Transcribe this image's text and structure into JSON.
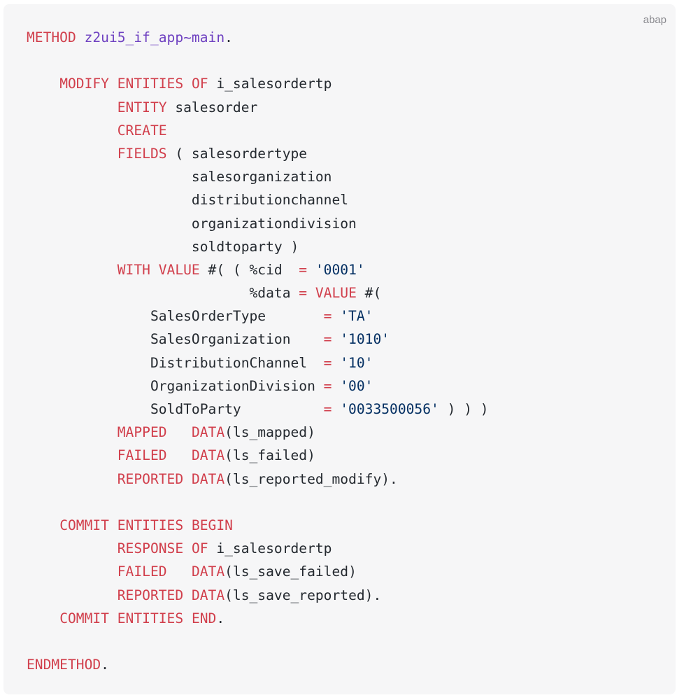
{
  "code_block": {
    "language": "abap",
    "colors": {
      "background": "#f6f6f7",
      "keyword": "#d13f4c",
      "function": "#6f42c1",
      "string": "#032f62",
      "text": "#24292f"
    },
    "lines": [
      [
        {
          "t": "kw",
          "v": "METHOD"
        },
        {
          "t": "tx",
          "v": " "
        },
        {
          "t": "fn",
          "v": "z2ui5_if_app~main"
        },
        {
          "t": "tx",
          "v": "."
        }
      ],
      [],
      [
        {
          "t": "tx",
          "v": "    "
        },
        {
          "t": "kw",
          "v": "MODIFY"
        },
        {
          "t": "tx",
          "v": " "
        },
        {
          "t": "kw",
          "v": "ENTITIES"
        },
        {
          "t": "tx",
          "v": " "
        },
        {
          "t": "kw",
          "v": "OF"
        },
        {
          "t": "tx",
          "v": " i_salesordertp"
        }
      ],
      [
        {
          "t": "tx",
          "v": "           "
        },
        {
          "t": "kw",
          "v": "ENTITY"
        },
        {
          "t": "tx",
          "v": " salesorder"
        }
      ],
      [
        {
          "t": "tx",
          "v": "           "
        },
        {
          "t": "kw",
          "v": "CREATE"
        }
      ],
      [
        {
          "t": "tx",
          "v": "           "
        },
        {
          "t": "kw",
          "v": "FIELDS"
        },
        {
          "t": "tx",
          "v": " ( salesordertype"
        }
      ],
      [
        {
          "t": "tx",
          "v": "                    salesorganization"
        }
      ],
      [
        {
          "t": "tx",
          "v": "                    distributionchannel"
        }
      ],
      [
        {
          "t": "tx",
          "v": "                    organizationdivision"
        }
      ],
      [
        {
          "t": "tx",
          "v": "                    soldtoparty )"
        }
      ],
      [
        {
          "t": "tx",
          "v": "           "
        },
        {
          "t": "kw",
          "v": "WITH"
        },
        {
          "t": "tx",
          "v": " "
        },
        {
          "t": "kw",
          "v": "VALUE"
        },
        {
          "t": "tx",
          "v": " #( ( %cid  "
        },
        {
          "t": "kw",
          "v": "="
        },
        {
          "t": "tx",
          "v": " "
        },
        {
          "t": "str",
          "v": "'0001'"
        }
      ],
      [
        {
          "t": "tx",
          "v": "                           %data "
        },
        {
          "t": "kw",
          "v": "="
        },
        {
          "t": "tx",
          "v": " "
        },
        {
          "t": "kw",
          "v": "VALUE"
        },
        {
          "t": "tx",
          "v": " #("
        }
      ],
      [
        {
          "t": "tx",
          "v": "               SalesOrderType       "
        },
        {
          "t": "kw",
          "v": "="
        },
        {
          "t": "tx",
          "v": " "
        },
        {
          "t": "str",
          "v": "'TA'"
        }
      ],
      [
        {
          "t": "tx",
          "v": "               SalesOrganization    "
        },
        {
          "t": "kw",
          "v": "="
        },
        {
          "t": "tx",
          "v": " "
        },
        {
          "t": "str",
          "v": "'1010'"
        }
      ],
      [
        {
          "t": "tx",
          "v": "               DistributionChannel  "
        },
        {
          "t": "kw",
          "v": "="
        },
        {
          "t": "tx",
          "v": " "
        },
        {
          "t": "str",
          "v": "'10'"
        }
      ],
      [
        {
          "t": "tx",
          "v": "               OrganizationDivision "
        },
        {
          "t": "kw",
          "v": "="
        },
        {
          "t": "tx",
          "v": " "
        },
        {
          "t": "str",
          "v": "'00'"
        }
      ],
      [
        {
          "t": "tx",
          "v": "               SoldToParty          "
        },
        {
          "t": "kw",
          "v": "="
        },
        {
          "t": "tx",
          "v": " "
        },
        {
          "t": "str",
          "v": "'0033500056'"
        },
        {
          "t": "tx",
          "v": " ) ) )"
        }
      ],
      [
        {
          "t": "tx",
          "v": "           "
        },
        {
          "t": "kw",
          "v": "MAPPED"
        },
        {
          "t": "tx",
          "v": "   "
        },
        {
          "t": "kw",
          "v": "DATA"
        },
        {
          "t": "tx",
          "v": "(ls_mapped)"
        }
      ],
      [
        {
          "t": "tx",
          "v": "           "
        },
        {
          "t": "kw",
          "v": "FAILED"
        },
        {
          "t": "tx",
          "v": "   "
        },
        {
          "t": "kw",
          "v": "DATA"
        },
        {
          "t": "tx",
          "v": "(ls_failed)"
        }
      ],
      [
        {
          "t": "tx",
          "v": "           "
        },
        {
          "t": "kw",
          "v": "REPORTED"
        },
        {
          "t": "tx",
          "v": " "
        },
        {
          "t": "kw",
          "v": "DATA"
        },
        {
          "t": "tx",
          "v": "(ls_reported_modify)."
        }
      ],
      [],
      [
        {
          "t": "tx",
          "v": "    "
        },
        {
          "t": "kw",
          "v": "COMMIT"
        },
        {
          "t": "tx",
          "v": " "
        },
        {
          "t": "kw",
          "v": "ENTITIES"
        },
        {
          "t": "tx",
          "v": " "
        },
        {
          "t": "kw",
          "v": "BEGIN"
        }
      ],
      [
        {
          "t": "tx",
          "v": "           "
        },
        {
          "t": "kw",
          "v": "RESPONSE"
        },
        {
          "t": "tx",
          "v": " "
        },
        {
          "t": "kw",
          "v": "OF"
        },
        {
          "t": "tx",
          "v": " i_salesordertp"
        }
      ],
      [
        {
          "t": "tx",
          "v": "           "
        },
        {
          "t": "kw",
          "v": "FAILED"
        },
        {
          "t": "tx",
          "v": "   "
        },
        {
          "t": "kw",
          "v": "DATA"
        },
        {
          "t": "tx",
          "v": "(ls_save_failed)"
        }
      ],
      [
        {
          "t": "tx",
          "v": "           "
        },
        {
          "t": "kw",
          "v": "REPORTED"
        },
        {
          "t": "tx",
          "v": " "
        },
        {
          "t": "kw",
          "v": "DATA"
        },
        {
          "t": "tx",
          "v": "(ls_save_reported)."
        }
      ],
      [
        {
          "t": "tx",
          "v": "    "
        },
        {
          "t": "kw",
          "v": "COMMIT"
        },
        {
          "t": "tx",
          "v": " "
        },
        {
          "t": "kw",
          "v": "ENTITIES"
        },
        {
          "t": "tx",
          "v": " "
        },
        {
          "t": "kw",
          "v": "END"
        },
        {
          "t": "tx",
          "v": "."
        }
      ],
      [],
      [
        {
          "t": "kw",
          "v": "ENDMETHOD"
        },
        {
          "t": "tx",
          "v": "."
        }
      ]
    ]
  }
}
